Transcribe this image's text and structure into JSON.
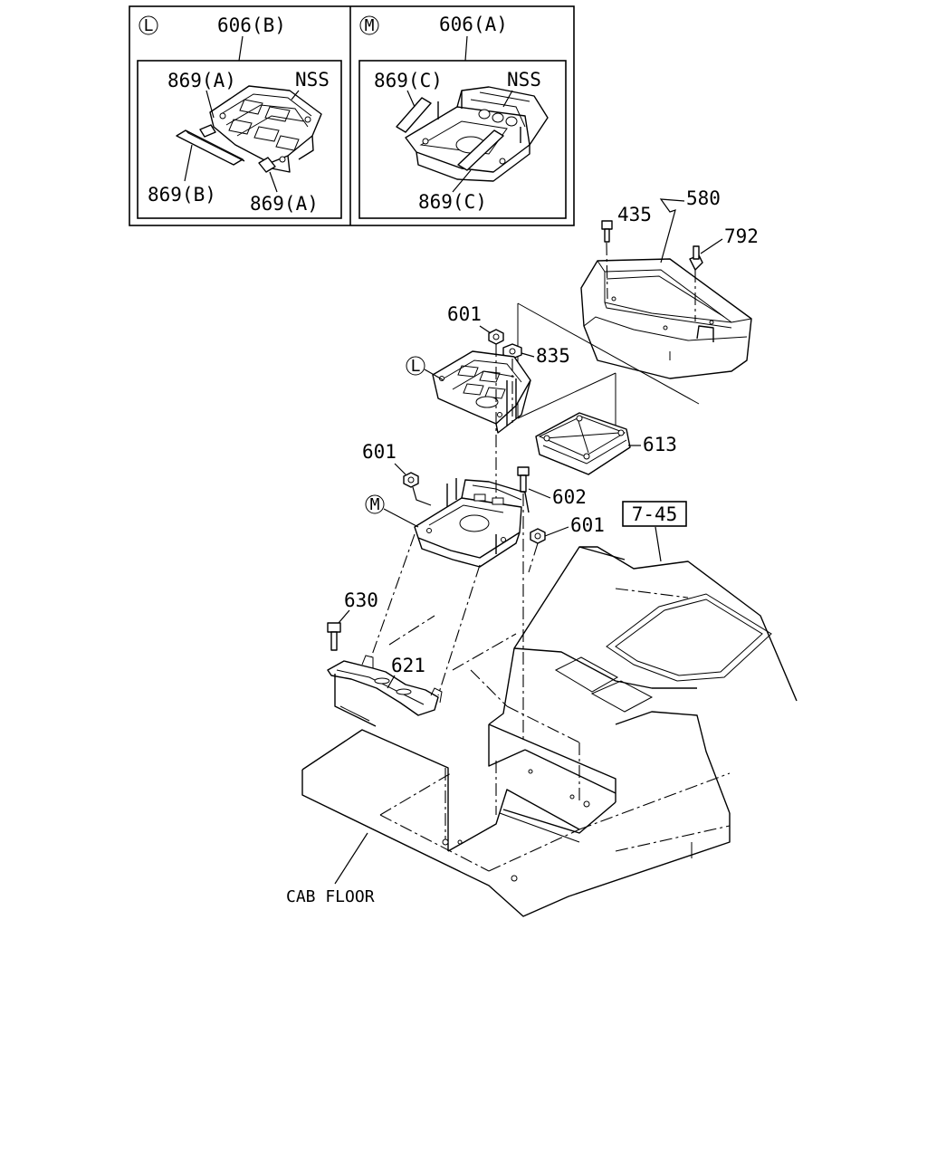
{
  "inset_left": {
    "marker": "L",
    "assembly_label": "606(B)",
    "labels": {
      "top_part": "869(A)",
      "nss": "NSS",
      "strip": "869(B)",
      "bottom_part": "869(A)"
    }
  },
  "inset_right": {
    "marker": "M",
    "assembly_label": "606(A)",
    "labels": {
      "top_part": "869(C)",
      "nss": "NSS",
      "bottom_part": "869(C)"
    }
  },
  "callouts": {
    "bolt_top": "435",
    "cover": "580",
    "clip": "792",
    "nut_upper": "601",
    "nut_835": "835",
    "ecu": "613",
    "nut_left": "601",
    "bolt_602": "602",
    "nut_right": "601",
    "bolt_630": "630",
    "bracket_621": "621"
  },
  "markers": {
    "upper_bracket": "L",
    "lower_bracket": "M"
  },
  "reference_box": "7-45",
  "floor_label": "CAB FLOOR"
}
